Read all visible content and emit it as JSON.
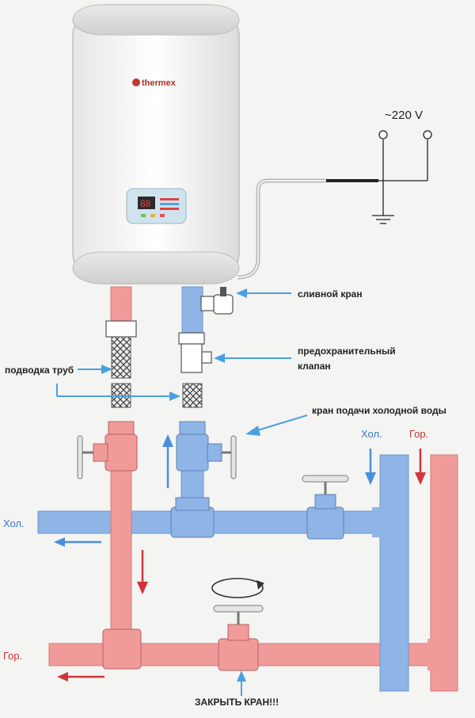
{
  "heater": {
    "brand": "thermex",
    "display": "88"
  },
  "power": {
    "label": "~220 V"
  },
  "labels": {
    "drain_valve": "сливной кран",
    "safety_valve_line1": "предохранительный",
    "safety_valve_line2": "клапан",
    "pipe_supply": "подводка труб",
    "cold_supply_valve": "кран подачи холодной воды",
    "close_valve": "ЗАКРЫТЬ КРАН!!!"
  },
  "flows": {
    "cold_left": "Хол.",
    "hot_left": "Гор.",
    "cold_riser": "Хол.",
    "hot_riser": "Гор."
  },
  "colors": {
    "cold": "#8fb4e6",
    "hot": "#f19a9a",
    "cold_arrow": "#4a8fdc",
    "hot_arrow": "#d0353b",
    "pointer": "#4aa0e0",
    "cold_text": "#3a78c8",
    "hot_text": "#c6343b"
  }
}
